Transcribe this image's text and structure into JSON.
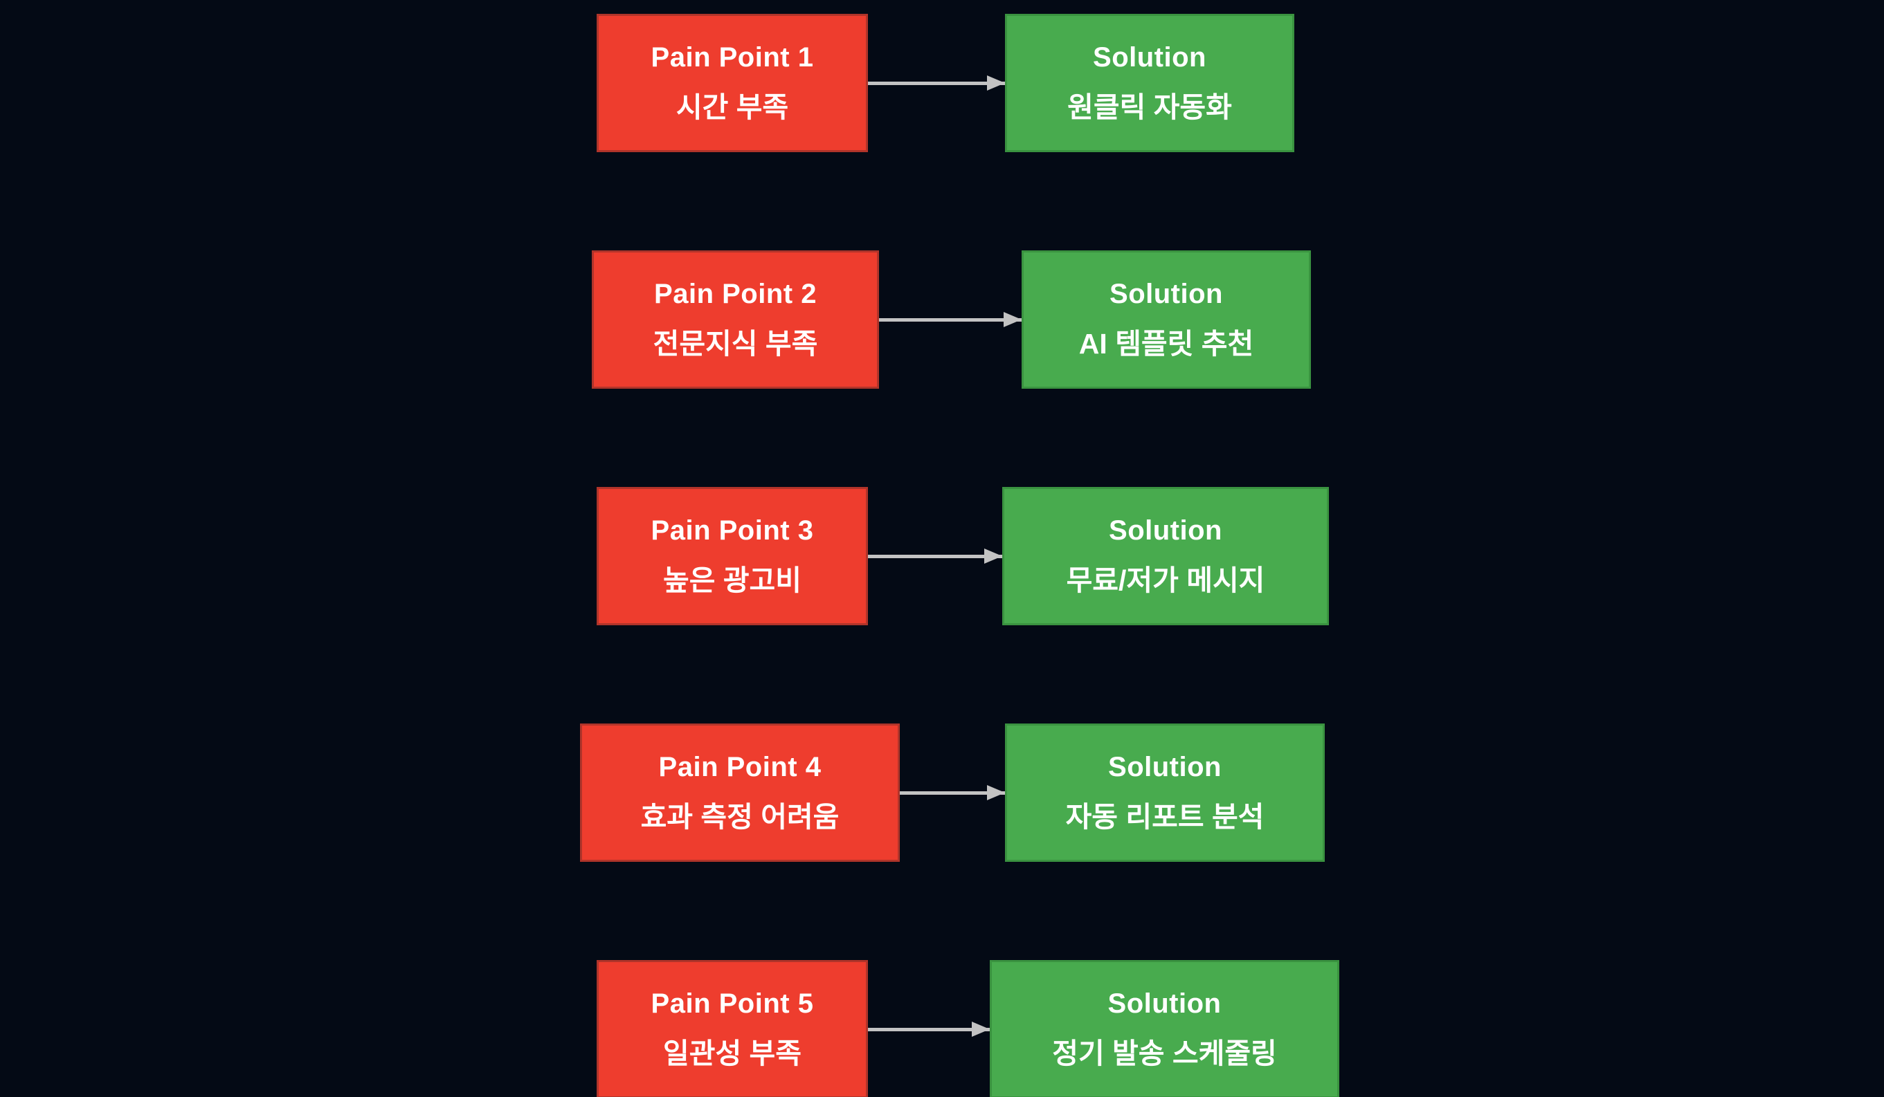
{
  "diagram": {
    "rows": [
      {
        "pain": {
          "title": "Pain Point 1",
          "subtitle": "시간 부족"
        },
        "solution": {
          "title": "Solution",
          "subtitle": "원클릭 자동화"
        }
      },
      {
        "pain": {
          "title": "Pain Point 2",
          "subtitle": "전문지식 부족"
        },
        "solution": {
          "title": "Solution",
          "subtitle": "AI 템플릿 추천"
        }
      },
      {
        "pain": {
          "title": "Pain Point 3",
          "subtitle": "높은 광고비"
        },
        "solution": {
          "title": "Solution",
          "subtitle": "무료/저가 메시지"
        }
      },
      {
        "pain": {
          "title": "Pain Point 4",
          "subtitle": "효과 측정 어려움"
        },
        "solution": {
          "title": "Solution",
          "subtitle": "자동 리포트 분석"
        }
      },
      {
        "pain": {
          "title": "Pain Point 5",
          "subtitle": "일관성 부족"
        },
        "solution": {
          "title": "Solution",
          "subtitle": "정기 발송 스케줄링"
        }
      }
    ]
  },
  "colors": {
    "background": "#040a15",
    "pain_fill": "#ee3d2e",
    "pain_border": "#b0342a",
    "solution_fill": "#48ab4e",
    "solution_border": "#3a9340",
    "arrow": "#c3c3c3",
    "text": "#ffffff"
  }
}
